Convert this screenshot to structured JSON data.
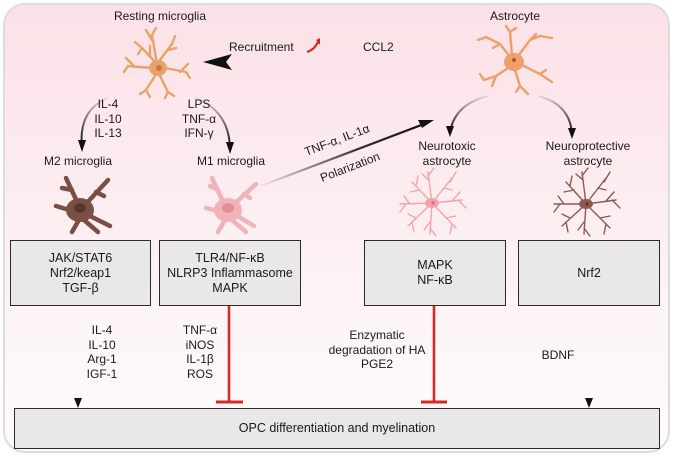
{
  "title": "Microglia and astrocyte polarization effects on OPC differentiation and myelination",
  "cells": {
    "resting_microglia": "Resting microglia",
    "astrocyte": "Astrocyte",
    "m2_microglia": "M2 microglia",
    "m1_microglia": "M1 microglia",
    "neurotoxic_astrocyte": [
      "Neurotoxic",
      "astrocyte"
    ],
    "neuroprotective_astrocyte": [
      "Neuroprotective",
      "astrocyte"
    ]
  },
  "arrows": {
    "recruitment": "Recruitment",
    "ccl2": "CCL2",
    "m2_inducers": [
      "IL-4",
      "IL-10",
      "IL-13"
    ],
    "m1_inducers": [
      "LPS",
      "TNF-α",
      "IFN-γ"
    ],
    "polarization_factors": "TNF-α, IL-1α",
    "polarization": "Polarization"
  },
  "pathway_boxes": [
    {
      "id": "m2",
      "lines": [
        "JAK/STAT6",
        "Nrf2/keap1",
        "TGF-β"
      ]
    },
    {
      "id": "m1",
      "lines": [
        "TLR4/NF-κB",
        "NLRP3 Inflammasome",
        "MAPK"
      ]
    },
    {
      "id": "neurotoxic",
      "lines": [
        "MAPK",
        "NF-κB"
      ]
    },
    {
      "id": "neuroprotective",
      "lines": [
        "Nrf2"
      ]
    }
  ],
  "effects": {
    "m2_secreted": [
      "IL-4",
      "IL-10",
      "Arg-1",
      "IGF-1"
    ],
    "m1_secreted": [
      "TNF-α",
      "iNOS",
      "IL-1β",
      "ROS"
    ],
    "neurotoxic_secreted": [
      "Enzymatic",
      "degradation of HA",
      "PGE2"
    ],
    "neuroprotective_secreted": [
      "BDNF"
    ]
  },
  "outcome": "OPC differentiation and myelination",
  "colors": {
    "inhibition": "#d42a24",
    "resting_cell": "#e8a468",
    "m2_cell": "#7a5044",
    "m1_cell": "#f2b3b8",
    "neurotoxic_cell": "#f0a4aa",
    "neuroprotective_cell": "#8c5a4e",
    "up_arrow": "#e02020"
  }
}
